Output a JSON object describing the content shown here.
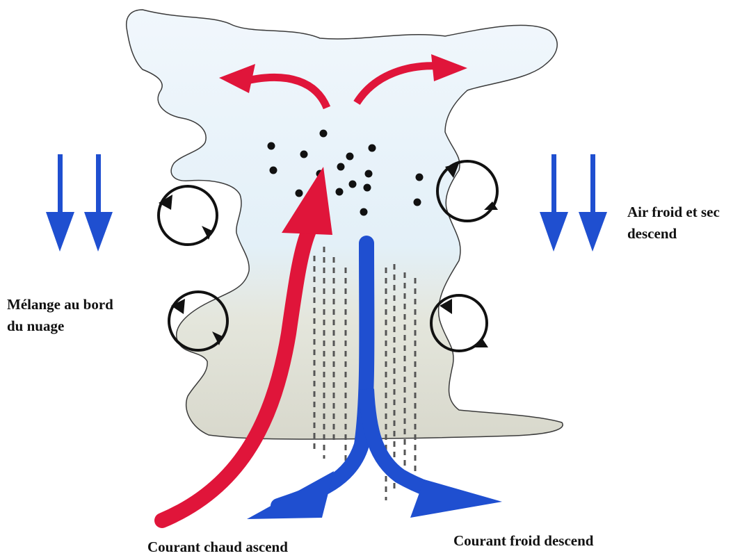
{
  "labels": {
    "mixing_line1": "Mélange au bord",
    "mixing_line2": "du nuage",
    "dry_air_line1": "Air froid et sec",
    "dry_air_line2": "descend",
    "warm_current": "Courant chaud ascend",
    "cold_current": "Courant froid descend"
  },
  "colors": {
    "warm_arrow": "#e0153a",
    "cold_arrow": "#1f4fd0",
    "cloud_top": "#eef6fc",
    "cloud_base": "#dcdcd2",
    "outline": "#333333"
  }
}
